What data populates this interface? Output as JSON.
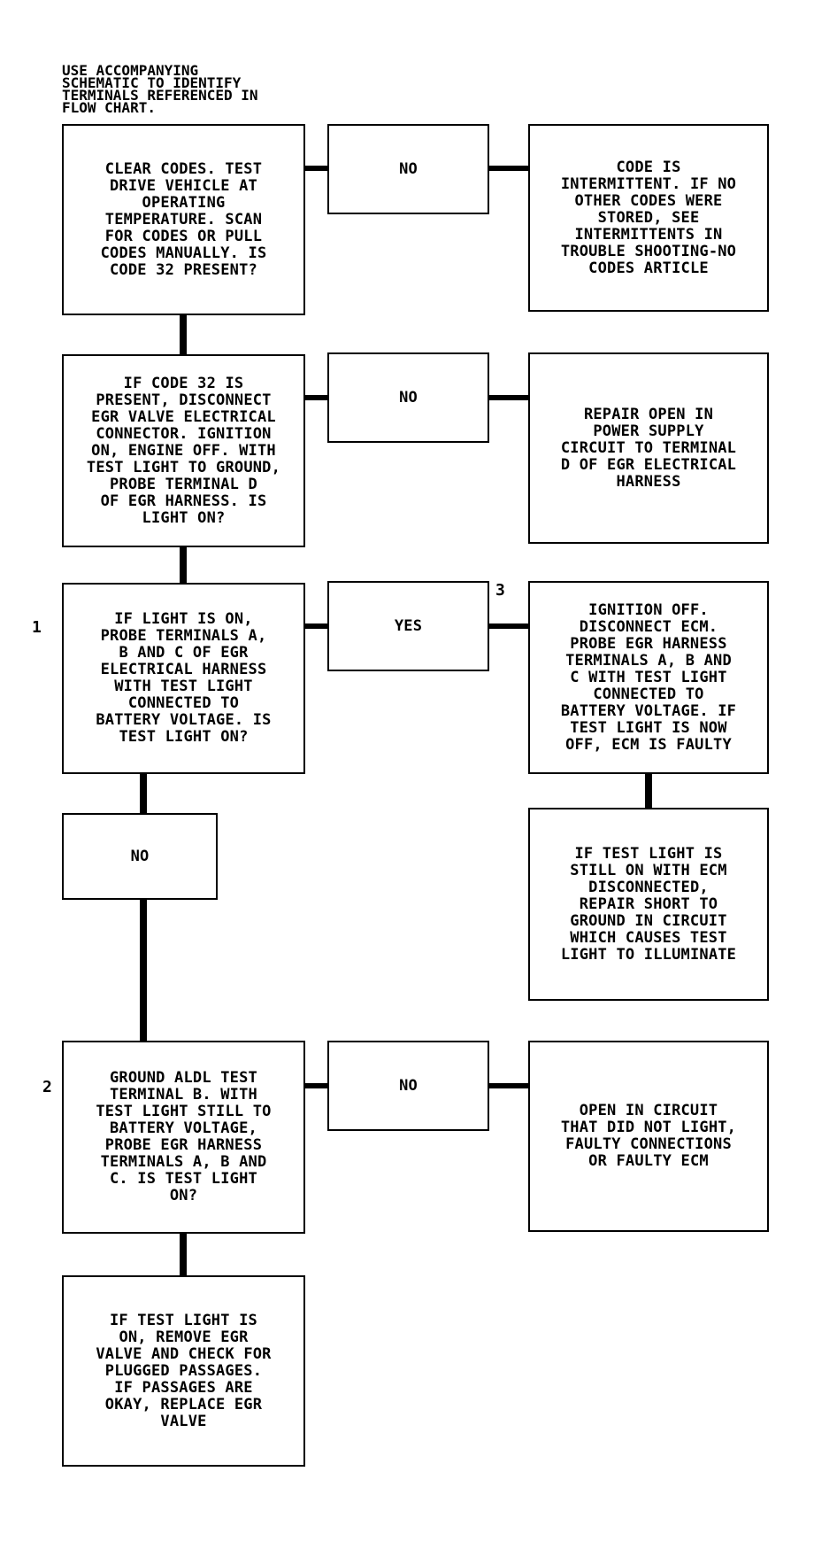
{
  "note": "USE ACCOMPANYING\nSCHEMATIC TO IDENTIFY\nTERMINALS REFERENCED IN\nFLOW CHART.",
  "step_labels": {
    "step1": "1",
    "step2": "2",
    "step3": "3"
  },
  "boxes": {
    "q_clear_codes": "CLEAR CODES. TEST\nDRIVE VEHICLE AT\nOPERATING\nTEMPERATURE. SCAN\nFOR CODES OR PULL\nCODES MANUALLY. IS\nCODE 32 PRESENT?",
    "no_1": "NO",
    "res_intermittent": "CODE IS\nINTERMITTENT. IF NO\nOTHER CODES WERE\nSTORED, SEE\nINTERMITTENTS IN\nTROUBLE SHOOTING-NO\nCODES ARTICLE",
    "q_disconnect_egr": "IF CODE 32 IS\nPRESENT, DISCONNECT\nEGR VALVE ELECTRICAL\nCONNECTOR. IGNITION\nON, ENGINE OFF. WITH\nTEST LIGHT TO GROUND,\nPROBE TERMINAL D\nOF EGR HARNESS. IS\nLIGHT ON?",
    "no_2": "NO",
    "res_repair_open": "REPAIR OPEN IN\nPOWER SUPPLY\nCIRCUIT TO TERMINAL\nD OF EGR ELECTRICAL\nHARNESS",
    "q_probe_abc": "IF LIGHT IS ON,\nPROBE TERMINALS A,\nB AND C OF EGR\nELECTRICAL HARNESS\nWITH TEST LIGHT\nCONNECTED TO\nBATTERY VOLTAGE. IS\nTEST LIGHT ON?",
    "yes_3": "YES",
    "res_ignition_off": "IGNITION OFF.\nDISCONNECT ECM.\nPROBE EGR HARNESS\nTERMINALS A, B AND\nC WITH TEST LIGHT\nCONNECTED TO\nBATTERY VOLTAGE. IF\nTEST LIGHT IS NOW\nOFF, ECM IS FAULTY",
    "no_3": "NO",
    "res_short_ground": "IF TEST LIGHT IS\nSTILL ON WITH ECM\nDISCONNECTED,\nREPAIR SHORT TO\nGROUND IN CIRCUIT\nWHICH CAUSES TEST\nLIGHT TO ILLUMINATE",
    "q_ground_aldl": "GROUND ALDL TEST\nTERMINAL B. WITH\nTEST LIGHT STILL TO\nBATTERY VOLTAGE,\nPROBE EGR HARNESS\nTERMINALS A, B AND\nC. IS TEST LIGHT\nON?",
    "no_4": "NO",
    "res_open_circuit": "OPEN IN CIRCUIT\nTHAT DID NOT LIGHT,\nFAULTY CONNECTIONS\nOR FAULTY ECM",
    "res_remove_egr": "IF TEST LIGHT IS\nON, REMOVE EGR\nVALVE AND CHECK FOR\nPLUGGED PASSAGES.\nIF PASSAGES ARE\nOKAY, REPLACE EGR\nVALVE"
  }
}
